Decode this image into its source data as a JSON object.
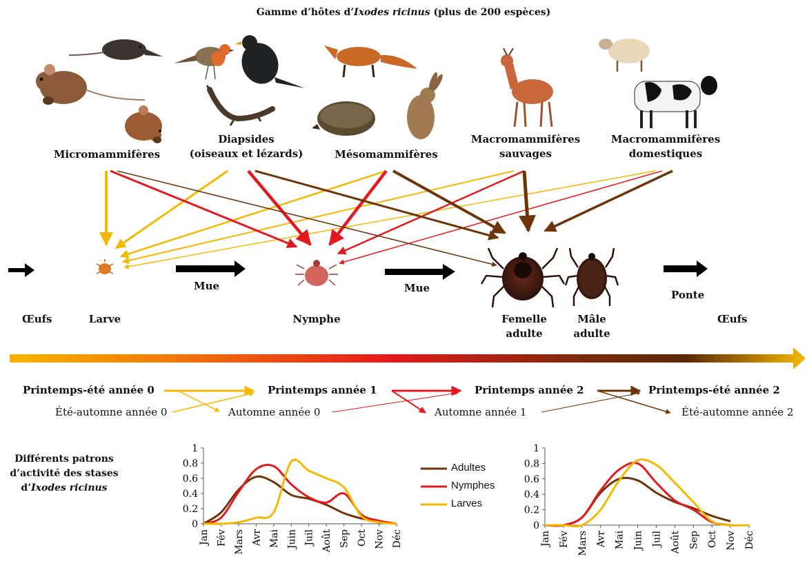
{
  "title": "Gamme d’hôtes d’Ixodes ricinus (plus de 200 espèces)",
  "title_parts": {
    "prefix": "Gamme d’hôtes d’",
    "species": "Ixodes ricinus",
    "suffix": " (plus de 200 espèces)"
  },
  "colors": {
    "larva": "#f5b800",
    "nymph": "#e3191d",
    "adult": "#6b3508",
    "black": "#000000"
  },
  "host_groups": [
    {
      "id": "micro",
      "label": "Micromammifères",
      "animals": [
        "shrew",
        "wood-mouse",
        "bank-vole"
      ]
    },
    {
      "id": "diap",
      "label_line1": "Diapsides",
      "label_line2": "(oiseaux et lézards)",
      "animals": [
        "robin",
        "blackbird",
        "lizard"
      ]
    },
    {
      "id": "meso",
      "label": "Mésomammifères",
      "animals": [
        "fox",
        "hedgehog",
        "hare"
      ]
    },
    {
      "id": "macro_wild",
      "label_line1": "Macromammifères",
      "label_line2": "sauvages",
      "animals": [
        "roe-deer"
      ]
    },
    {
      "id": "macro_dom",
      "label_line1": "Macromammifères",
      "label_line2": "domestiques",
      "animals": [
        "sheep",
        "cow"
      ]
    }
  ],
  "life_cycle": {
    "eggs_start": "Œufs",
    "larva": "Larve",
    "moult1": "Mue",
    "nymph": "Nymphe",
    "moult2": "Mue",
    "female_line1": "Femelle",
    "female_line2": "adulte",
    "male_line1": "Mâle",
    "male_line2": "adulte",
    "laying": "Ponte",
    "eggs_end": "Œufs"
  },
  "seasons": {
    "s0_main": "Printemps-été année 0",
    "s0_alt": "Été-automne année 0",
    "s1_main": "Printemps année 1",
    "s1_alt": "Automne année 0",
    "s2_main": "Printemps année 2",
    "s2_alt": "Automne année 1",
    "s3_main": "Printemps-été année 2",
    "s3_alt": "Été-automne année 2"
  },
  "activity_title": {
    "line1": "Différents patrons",
    "line2": "d’activité des stases",
    "line3_prefix": "d’",
    "line3_species": "Ixodes ricinus"
  },
  "legend": [
    "Adultes",
    "Nymphes",
    "Larves"
  ],
  "chart_data": [
    {
      "type": "line",
      "categories": [
        "Jan",
        "Fév",
        "Mars",
        "Avr",
        "Mai",
        "Juin",
        "Juil",
        "Août",
        "Sep",
        "Oct",
        "Nov",
        "Déc"
      ],
      "ylim": [
        0,
        1
      ],
      "yticks": [
        "0",
        "0.2",
        "0.4",
        "0.6",
        "0.8",
        "1"
      ],
      "series": [
        {
          "name": "Adultes",
          "color": "#6b3508",
          "values": [
            0.0,
            0.15,
            0.45,
            0.62,
            0.55,
            0.38,
            0.33,
            0.25,
            0.14,
            0.07,
            0.03,
            0.0
          ]
        },
        {
          "name": "Nymphes",
          "color": "#e3191d",
          "values": [
            0.0,
            0.08,
            0.42,
            0.72,
            0.76,
            0.52,
            0.35,
            0.28,
            0.4,
            0.12,
            0.04,
            0.0
          ]
        },
        {
          "name": "Larves",
          "color": "#f5b800",
          "values": [
            0.0,
            0.0,
            0.02,
            0.08,
            0.15,
            0.82,
            0.7,
            0.6,
            0.48,
            0.1,
            0.02,
            0.0
          ]
        }
      ]
    },
    {
      "type": "line",
      "categories": [
        "Jan",
        "Fév",
        "Mars",
        "Avr",
        "Mai",
        "Juin",
        "Juil",
        "Août",
        "Sep",
        "Oct",
        "Nov",
        "Déc"
      ],
      "ylim": [
        0,
        1
      ],
      "yticks": [
        "0",
        "0.2",
        "0.4",
        "0.6",
        "0.8",
        "1"
      ],
      "series": [
        {
          "name": "Adultes",
          "color": "#6b3508",
          "values": [
            0.0,
            0.0,
            0.1,
            0.42,
            0.6,
            0.58,
            0.42,
            0.3,
            0.22,
            0.12,
            0.05,
            null
          ]
        },
        {
          "name": "Nymphes",
          "color": "#e3191d",
          "values": [
            0.0,
            0.0,
            0.1,
            0.45,
            0.72,
            0.8,
            0.55,
            0.32,
            0.2,
            0.04,
            0.0,
            null
          ]
        },
        {
          "name": "Larves",
          "color": "#f5b800",
          "values": [
            0.0,
            0.0,
            0.0,
            0.2,
            0.58,
            0.84,
            0.78,
            0.55,
            0.3,
            0.05,
            0.0,
            0.0
          ]
        }
      ]
    }
  ]
}
